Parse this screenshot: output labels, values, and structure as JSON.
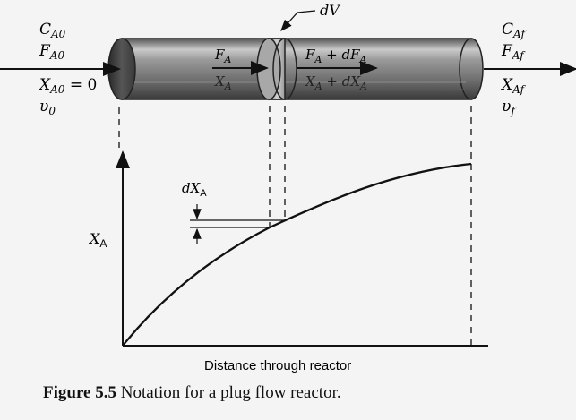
{
  "left": {
    "c_a0": "C",
    "c_a0_sub": "A0",
    "f_a0": "F",
    "f_a0_sub": "A0",
    "x_a0": "X",
    "x_a0_sub": "A0",
    "x_a0_val": " = 0",
    "v0": "υ",
    "v0_sub": "0"
  },
  "right": {
    "c_af": "C",
    "c_af_sub": "Af",
    "f_af": "F",
    "f_af_sub": "Af",
    "x_af": "X",
    "x_af_sub": "Af",
    "vf": "υ",
    "vf_sub": "f"
  },
  "tube": {
    "fa": "F",
    "fa_sub": "A",
    "xa": "X",
    "xa_sub": "A",
    "fa_dfa": "F",
    "fa_dfa_sub": "A",
    "fa_dfa_mid": " + dF",
    "fa_dfa_sub2": "A",
    "xa_dxa": "X",
    "xa_dxa_sub": "A",
    "xa_dxa_mid": " + dX",
    "xa_dxa_sub2": "A",
    "dv": "dV"
  },
  "plot": {
    "y_label": "X",
    "y_label_sub": "A",
    "dxa": "dX",
    "dxa_sub": "A",
    "x_label": "Distance through reactor"
  },
  "caption": {
    "label": "Figure 5.5",
    "text": " Notation for a plug flow reactor."
  },
  "colors": {
    "tube_body": "#7a7a7a",
    "tube_highlight": "#c8c8c8",
    "tube_dark": "#3a3a3a",
    "ink": "#111111"
  }
}
